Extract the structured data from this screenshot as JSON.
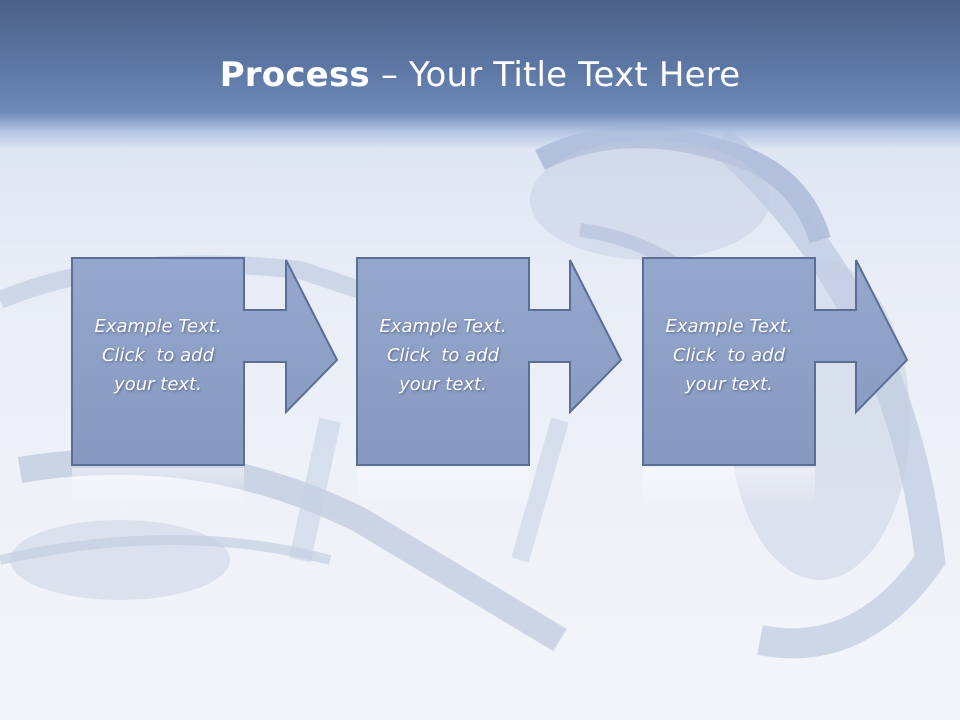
{
  "title": {
    "bold": "Process",
    "rest": " – Your Title Text Here"
  },
  "steps": [
    {
      "line1": "Example Text.",
      "line2": "Click  to add",
      "line3": "your text."
    },
    {
      "line1": "Example Text.",
      "line2": "Click  to add",
      "line3": "your text."
    },
    {
      "line1": "Example Text.",
      "line2": "Click  to add",
      "line3": "your text."
    }
  ],
  "colors": {
    "title_band": "#5d77a5",
    "box_fill": "#8fa2c8",
    "box_border": "#5b6e96",
    "text": "#ffffff"
  },
  "icons": [
    "arrow-right-icon",
    "arrow-right-icon",
    "arrow-right-icon"
  ]
}
